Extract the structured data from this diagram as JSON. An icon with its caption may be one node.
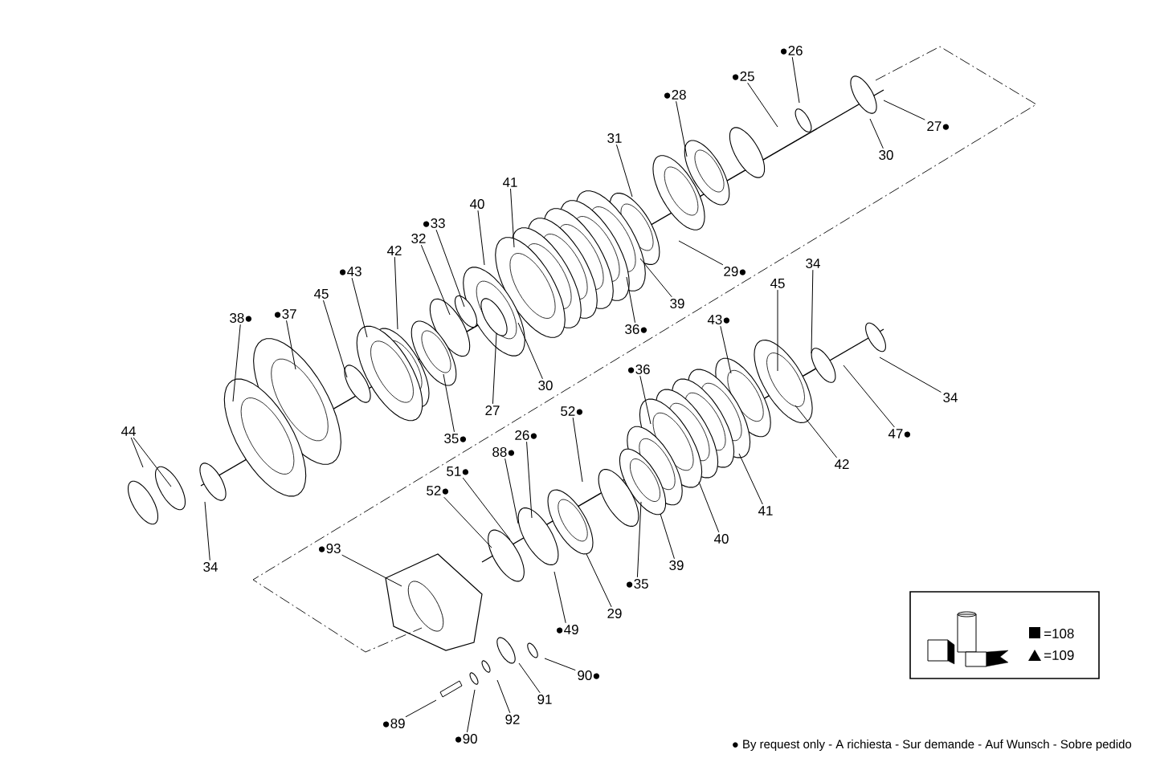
{
  "diagram": {
    "nodes": [
      {
        "text": [
          "●26"
        ]
      },
      {
        "text": [
          "●25"
        ]
      },
      {
        "text": [
          "●28"
        ]
      },
      {
        "text": [
          "31"
        ]
      },
      {
        "text": [
          "27●"
        ]
      },
      {
        "text": [
          "30"
        ]
      },
      {
        "text": [
          "29●"
        ]
      },
      {
        "text": [
          "39"
        ]
      },
      {
        "text": [
          "36●"
        ]
      },
      {
        "text": [
          "41"
        ]
      },
      {
        "text": [
          "40"
        ]
      },
      {
        "text": [
          "●33"
        ]
      },
      {
        "text": [
          "32"
        ]
      },
      {
        "text": [
          "42"
        ]
      },
      {
        "text": [
          "●43"
        ]
      },
      {
        "text": [
          "45"
        ]
      },
      {
        "text": [
          "38●"
        ]
      },
      {
        "text": [
          "●37"
        ]
      },
      {
        "text": [
          "35●"
        ]
      },
      {
        "text": [
          "27"
        ]
      },
      {
        "text": [
          "30"
        ]
      },
      {
        "text": [
          "44"
        ]
      },
      {
        "text": [
          "34"
        ]
      },
      {
        "text": [
          "43●"
        ]
      },
      {
        "text": [
          "45"
        ]
      },
      {
        "text": [
          "34"
        ]
      },
      {
        "text": [
          "34"
        ]
      },
      {
        "text": [
          "47●"
        ]
      },
      {
        "text": [
          "42"
        ]
      },
      {
        "text": [
          "●36"
        ]
      },
      {
        "text": [
          "41"
        ]
      },
      {
        "text": [
          "40"
        ]
      },
      {
        "text": [
          "39"
        ]
      },
      {
        "text": [
          "●35"
        ]
      },
      {
        "text": [
          "52●"
        ]
      },
      {
        "text": [
          "26●"
        ]
      },
      {
        "text": [
          "88●"
        ]
      },
      {
        "text": [
          "51●"
        ]
      },
      {
        "text": [
          "52●"
        ]
      },
      {
        "text": [
          "29"
        ]
      },
      {
        "text": [
          "●49"
        ]
      },
      {
        "text": [
          "●93"
        ]
      },
      {
        "text": [
          "90●"
        ]
      },
      {
        "text": [
          "91"
        ]
      },
      {
        "text": [
          "92"
        ]
      },
      {
        "text": [
          "●89"
        ]
      },
      {
        "text": [
          "●90"
        ]
      }
    ],
    "edges": [
      {
        "from": 0,
        "to": null,
        "arrow": "none"
      },
      {
        "from": 1,
        "to": null,
        "arrow": "none"
      },
      {
        "from": 2,
        "to": null,
        "arrow": "none"
      },
      {
        "from": 3,
        "to": null,
        "arrow": "none"
      },
      {
        "from": 4,
        "to": null,
        "arrow": "none"
      },
      {
        "from": 5,
        "to": null,
        "arrow": "none"
      },
      {
        "from": 6,
        "to": null,
        "arrow": "none"
      },
      {
        "from": 7,
        "to": null,
        "arrow": "none"
      },
      {
        "from": 8,
        "to": null,
        "arrow": "none"
      },
      {
        "from": 9,
        "to": null,
        "arrow": "none"
      },
      {
        "from": 10,
        "to": null,
        "arrow": "none"
      },
      {
        "from": 11,
        "to": null,
        "arrow": "none"
      },
      {
        "from": 12,
        "to": null,
        "arrow": "none"
      },
      {
        "from": 13,
        "to": null,
        "arrow": "none"
      },
      {
        "from": 14,
        "to": null,
        "arrow": "none"
      },
      {
        "from": 15,
        "to": null,
        "arrow": "none"
      },
      {
        "from": 16,
        "to": null,
        "arrow": "none"
      },
      {
        "from": 17,
        "to": null,
        "arrow": "none"
      },
      {
        "from": 18,
        "to": null,
        "arrow": "none"
      },
      {
        "from": 19,
        "to": null,
        "arrow": "none"
      },
      {
        "from": 20,
        "to": null,
        "arrow": "none"
      },
      {
        "from": 21,
        "to": null,
        "arrow": "none"
      },
      {
        "from": 21,
        "to": null,
        "arrow": "none"
      },
      {
        "from": 22,
        "to": null,
        "arrow": "none"
      },
      {
        "from": 23,
        "to": null,
        "arrow": "none"
      },
      {
        "from": 24,
        "to": null,
        "arrow": "none"
      },
      {
        "from": 25,
        "to": null,
        "arrow": "none"
      },
      {
        "from": 26,
        "to": null,
        "arrow": "none"
      },
      {
        "from": 27,
        "to": null,
        "arrow": "none"
      },
      {
        "from": 28,
        "to": null,
        "arrow": "none"
      },
      {
        "from": 29,
        "to": null,
        "arrow": "none"
      },
      {
        "from": 30,
        "to": null,
        "arrow": "none"
      },
      {
        "from": 31,
        "to": null,
        "arrow": "none"
      },
      {
        "from": 32,
        "to": null,
        "arrow": "none"
      },
      {
        "from": 33,
        "to": null,
        "arrow": "none"
      },
      {
        "from": 34,
        "to": null,
        "arrow": "none"
      },
      {
        "from": 35,
        "to": null,
        "arrow": "none"
      },
      {
        "from": 36,
        "to": null,
        "arrow": "none"
      },
      {
        "from": 37,
        "to": null,
        "arrow": "none"
      },
      {
        "from": 38,
        "to": null,
        "arrow": "none"
      },
      {
        "from": 39,
        "to": null,
        "arrow": "none"
      },
      {
        "from": 40,
        "to": null,
        "arrow": "none"
      },
      {
        "from": 41,
        "to": null,
        "arrow": "none"
      },
      {
        "from": 42,
        "to": null,
        "arrow": "none"
      },
      {
        "from": 43,
        "to": null,
        "arrow": "none"
      },
      {
        "from": 44,
        "to": null,
        "arrow": "none"
      },
      {
        "from": 45,
        "to": null,
        "arrow": "none"
      },
      {
        "from": 46,
        "to": null,
        "arrow": "none"
      }
    ],
    "labels": [
      "● By request only - A richiesta - Sur demande - Auf Wunsch - Sobre pedido"
    ],
    "legend": [
      {
        "text": "=108"
      },
      {
        "text": "=109"
      }
    ]
  }
}
